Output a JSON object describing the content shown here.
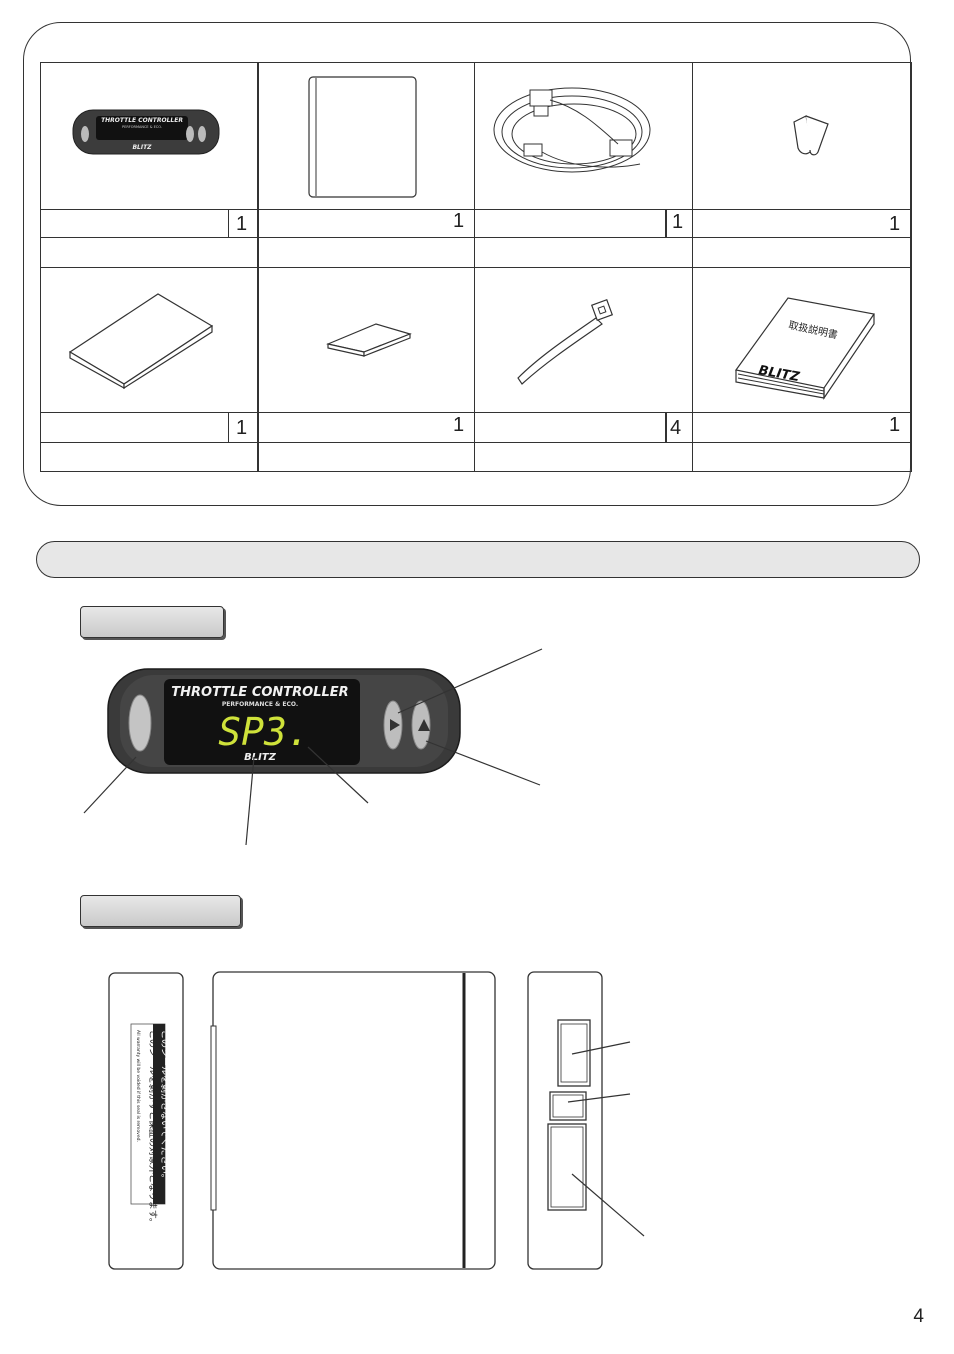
{
  "components": {
    "items": [
      {
        "icon": "controller-unit-icon",
        "qty": "1",
        "unit_brand": "BLITZ",
        "unit_title": "THROTTLE CONTROLLER",
        "unit_sub": "PERFORMANCE & ECO."
      },
      {
        "icon": "control-box-icon",
        "qty": "1"
      },
      {
        "icon": "wire-harness-icon",
        "qty": "1"
      },
      {
        "icon": "velcro-tape-icon",
        "qty": "1"
      },
      {
        "icon": "double-sided-tape-icon",
        "qty": "1"
      },
      {
        "icon": "cleaning-pad-icon",
        "qty": "1"
      },
      {
        "icon": "cable-tie-icon",
        "qty": "4"
      },
      {
        "icon": "instruction-manual-icon",
        "qty": "1",
        "manual_title": "取扱説明書",
        "manual_brand": "BLITZ"
      }
    ]
  },
  "controller_diagram": {
    "title": "THROTTLE CONTROLLER",
    "subtitle": "PERFORMANCE & ECO.",
    "display": "SP3.",
    "brand": "BLITZ"
  },
  "control_box_diagram": {
    "seal_text_jp_1": "このシールを剥がさないでください。",
    "seal_text_jp_2": "このシールを剥がすと保証の対象外となります。",
    "seal_text_en": "All warranty will be voided if this seal is removed."
  },
  "page_number": "4",
  "colors": {
    "display_green": "#cfe23a",
    "device_body": "#3a3a3a",
    "tag_fill": "#d4d4d4",
    "bar_fill": "#e7e7e7"
  }
}
